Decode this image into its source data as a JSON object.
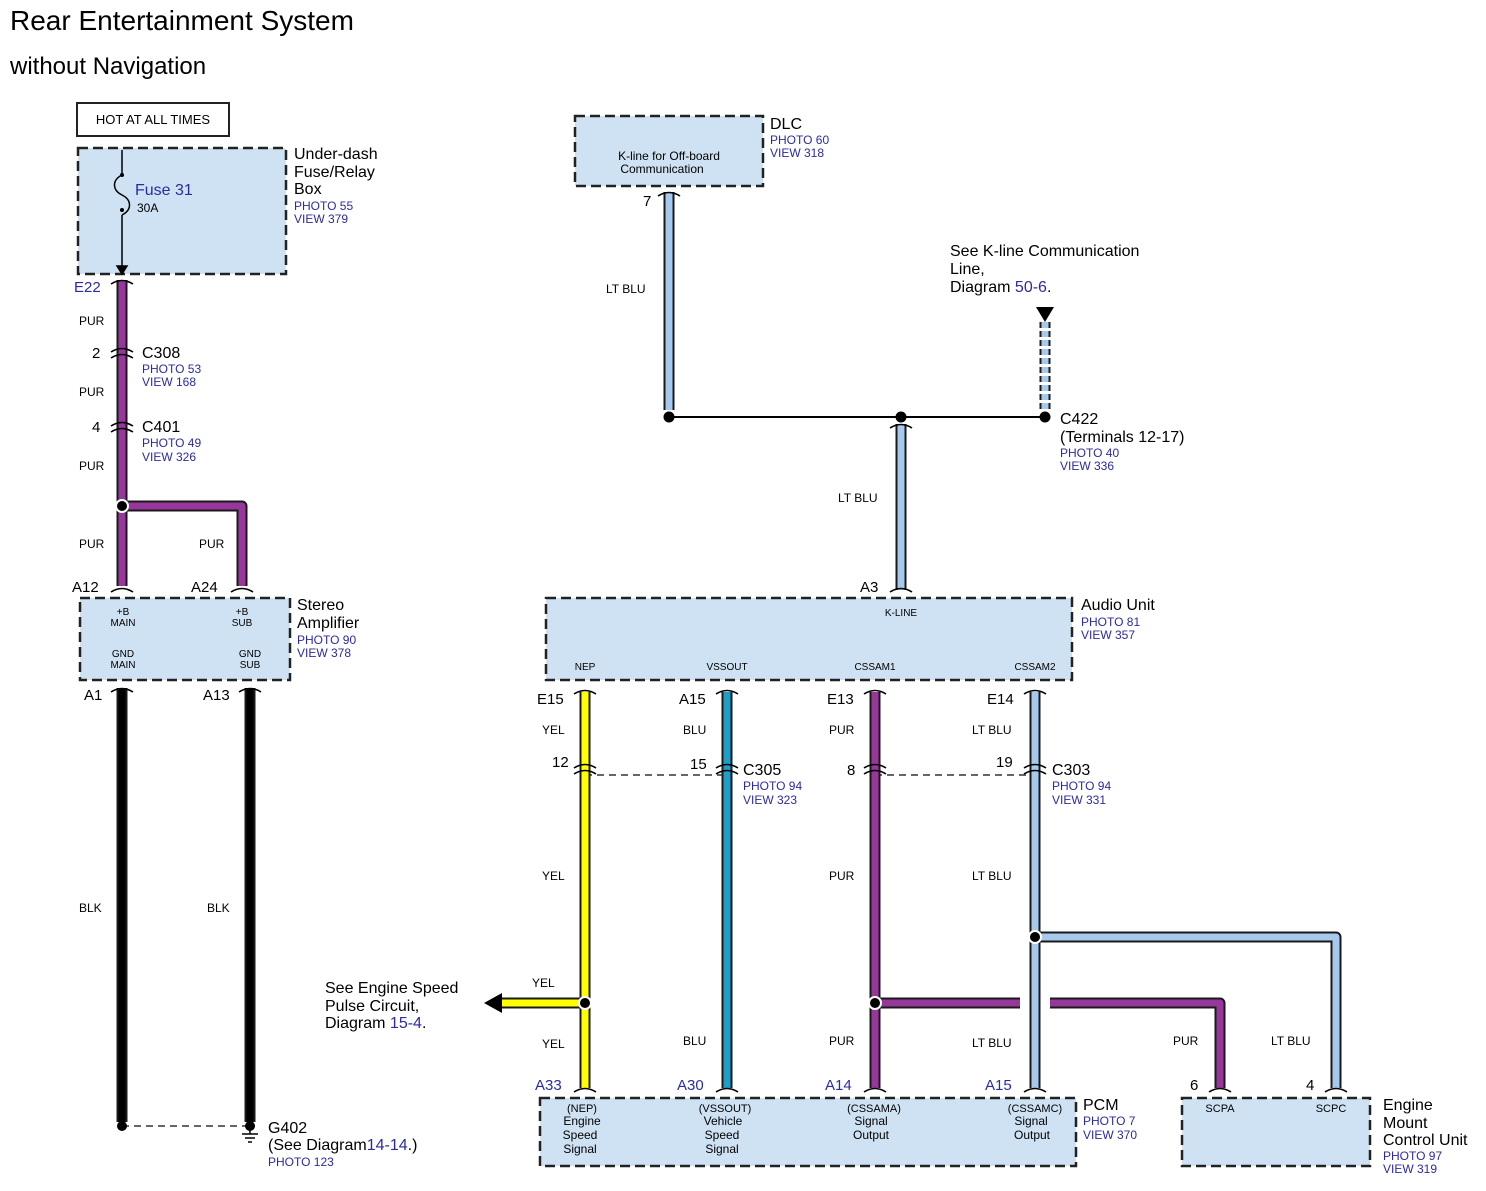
{
  "title": {
    "line1": "Rear Entertainment System",
    "line2": "without Navigation"
  },
  "colors": {
    "PUR": "#97379c",
    "BLK": "#000000",
    "LT BLU": "#a7c9ee",
    "BLU": "#1f9ec7",
    "YEL": "#ffff00",
    "box_fill": "#cfe2f3",
    "link": "#2b2b9f"
  },
  "hot_label": "HOT AT ALL TIMES",
  "fuse_box": {
    "name1": "Under-dash",
    "name2": "Fuse/Relay",
    "name3": "Box",
    "photo": "PHOTO 55",
    "view": "VIEW 379",
    "fuse": "Fuse 31",
    "rating": "30A",
    "terminal": "E22"
  },
  "c308": {
    "name": "C308",
    "pin": "2",
    "photo": "PHOTO 53",
    "view": "VIEW 168"
  },
  "c401": {
    "name": "C401",
    "pin": "4",
    "photo": "PHOTO 49",
    "view": "VIEW 326"
  },
  "stereo": {
    "name1": "Stereo",
    "name2": "Amplifier",
    "photo": "PHOTO 90",
    "view": "VIEW 378",
    "pins": {
      "a12": "A12",
      "a24": "A24",
      "a1": "A1",
      "a13": "A13"
    },
    "labels": {
      "b": "+B",
      "main": "MAIN",
      "sub": "SUB",
      "gnd": "GND"
    }
  },
  "g402": {
    "name": "G402",
    "see": "(See Diagram",
    "diag": "14-14",
    "close": ".)",
    "photo": "PHOTO 123"
  },
  "dlc": {
    "name": "DLC",
    "photo": "PHOTO 60",
    "view": "VIEW 318",
    "text1": "K-line for Off-board",
    "text2": "Communication",
    "pin": "7"
  },
  "kline_note": {
    "line1": "See K-line Communication",
    "line2": "Line,",
    "line3": "Diagram",
    "diag": "50-6",
    "dot": "."
  },
  "c422": {
    "name": "C422",
    "sub": "(Terminals 12-17)",
    "photo": "PHOTO 40",
    "view": "VIEW 336"
  },
  "audio": {
    "name": "Audio Unit",
    "photo": "PHOTO 81",
    "view": "VIEW 357",
    "pin": "A3",
    "kline": "K-LINE",
    "outputs": [
      "NEP",
      "VSSOUT",
      "CSSAM1",
      "CSSAM2"
    ],
    "pins": [
      "E15",
      "A15",
      "E13",
      "E14"
    ]
  },
  "c305": {
    "name": "C305",
    "photo": "PHOTO 94",
    "view": "VIEW 323",
    "pins": [
      "12",
      "15"
    ]
  },
  "c303": {
    "name": "C303",
    "photo": "PHOTO 94",
    "view": "VIEW 331",
    "pins": [
      "8",
      "19"
    ]
  },
  "engine_speed_note": {
    "line1": "See Engine Speed",
    "line2": "Pulse Circuit,",
    "line3": "Diagram",
    "diag": "15-4",
    "dot": "."
  },
  "pcm": {
    "name": "PCM",
    "photo": "PHOTO 7",
    "view": "VIEW 370",
    "pins": [
      "A33",
      "A30",
      "A14",
      "A15"
    ],
    "signals": [
      [
        "(NEP)",
        "Engine",
        "Speed",
        "Signal"
      ],
      [
        "(VSSOUT)",
        "Vehicle",
        "Speed",
        "Signal"
      ],
      [
        "(CSSAMA)",
        "Signal",
        "Output"
      ],
      [
        "(CSSAMC)",
        "Signal",
        "Output"
      ]
    ]
  },
  "emcu": {
    "name1": "Engine",
    "name2": "Mount",
    "name3": "Control Unit",
    "photo": "PHOTO 97",
    "view": "VIEW 319",
    "pins": [
      "6",
      "4"
    ],
    "labels": [
      "SCPA",
      "SCPC"
    ]
  },
  "wire_labels": {
    "pur": "PUR",
    "blk": "BLK",
    "ltblu": "LT BLU",
    "blu": "BLU",
    "yel": "YEL"
  }
}
